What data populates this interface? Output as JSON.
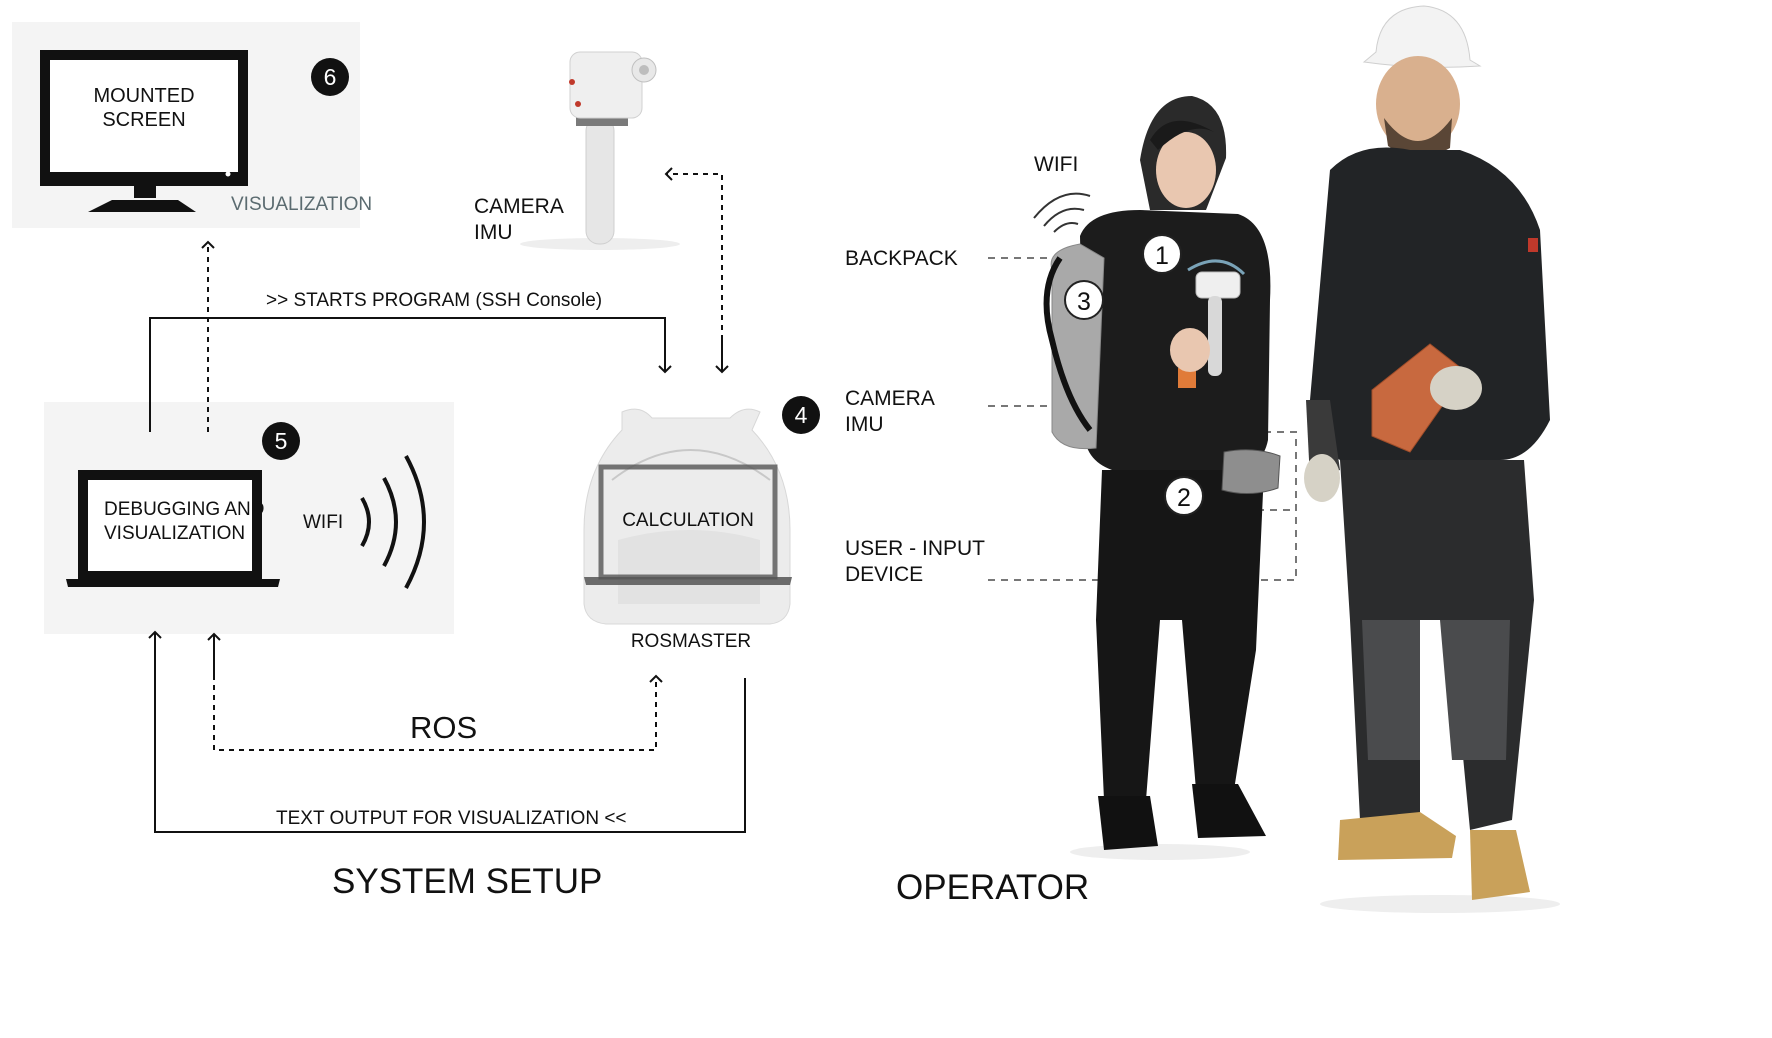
{
  "screen": {
    "label": "MOUNTED\nSCREEN",
    "caption": "VISUALIZATION",
    "badge": "6"
  },
  "camera_device": {
    "label": "CAMERA\nIMU"
  },
  "laptop_debug": {
    "label": "DEBUGGING AND\nVISUALIZATION",
    "wifi_label": "WIFI",
    "badge": "5"
  },
  "calculation": {
    "label": "CALCULATION",
    "caption": "ROSMASTER",
    "badge": "4"
  },
  "connections": {
    "starts_program": ">> STARTS PROGRAM (SSH Console)",
    "ros": "ROS",
    "text_output": "TEXT OUTPUT FOR VISUALIZATION <<"
  },
  "operator": {
    "wifi_label": "WIFI",
    "callouts": [
      {
        "label": "BACKPACK"
      },
      {
        "label": "CAMERA\nIMU"
      },
      {
        "label": "USER - INPUT\nDEVICE"
      }
    ],
    "badges": [
      "1",
      "2",
      "3"
    ]
  },
  "titles": {
    "system_setup": "SYSTEM SETUP",
    "operator": "OPERATOR"
  },
  "colors": {
    "panel": "#f4f4f4",
    "dark": "#111111",
    "caption": "#5b6b70",
    "dashed": "#777777"
  }
}
